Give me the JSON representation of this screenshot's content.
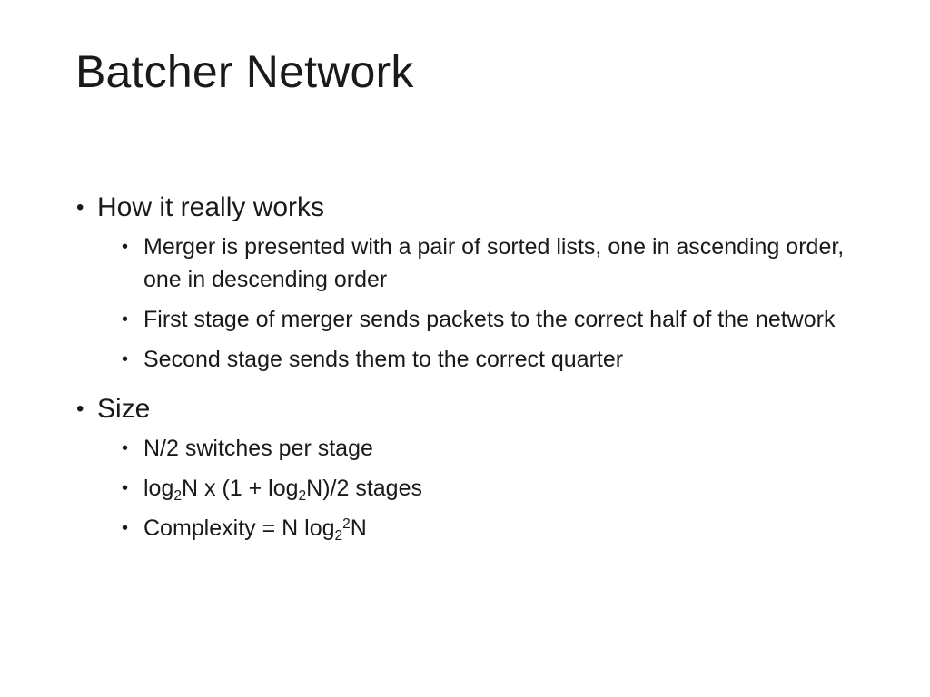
{
  "slide": {
    "title": "Batcher Network",
    "bullet_glyph": "•",
    "sections": [
      {
        "heading": "How it really works",
        "items": [
          "Merger is presented with a pair of sorted lists, one in ascending order, one in descending order",
          "First stage of merger sends packets to the correct half of the network",
          "Second stage sends them to the correct quarter"
        ]
      },
      {
        "heading": "Size",
        "items": [
          "N/2 switches per stage"
        ],
        "stages_item": {
          "p1": "log",
          "s1": "2",
          "p2": "N x (1 + log",
          "s2": "2",
          "p3": "N)/2 stages"
        },
        "complexity_item": {
          "p1": "Complexity = N log",
          "sub": "2",
          "sup": "2",
          "p2": "N"
        }
      }
    ]
  }
}
